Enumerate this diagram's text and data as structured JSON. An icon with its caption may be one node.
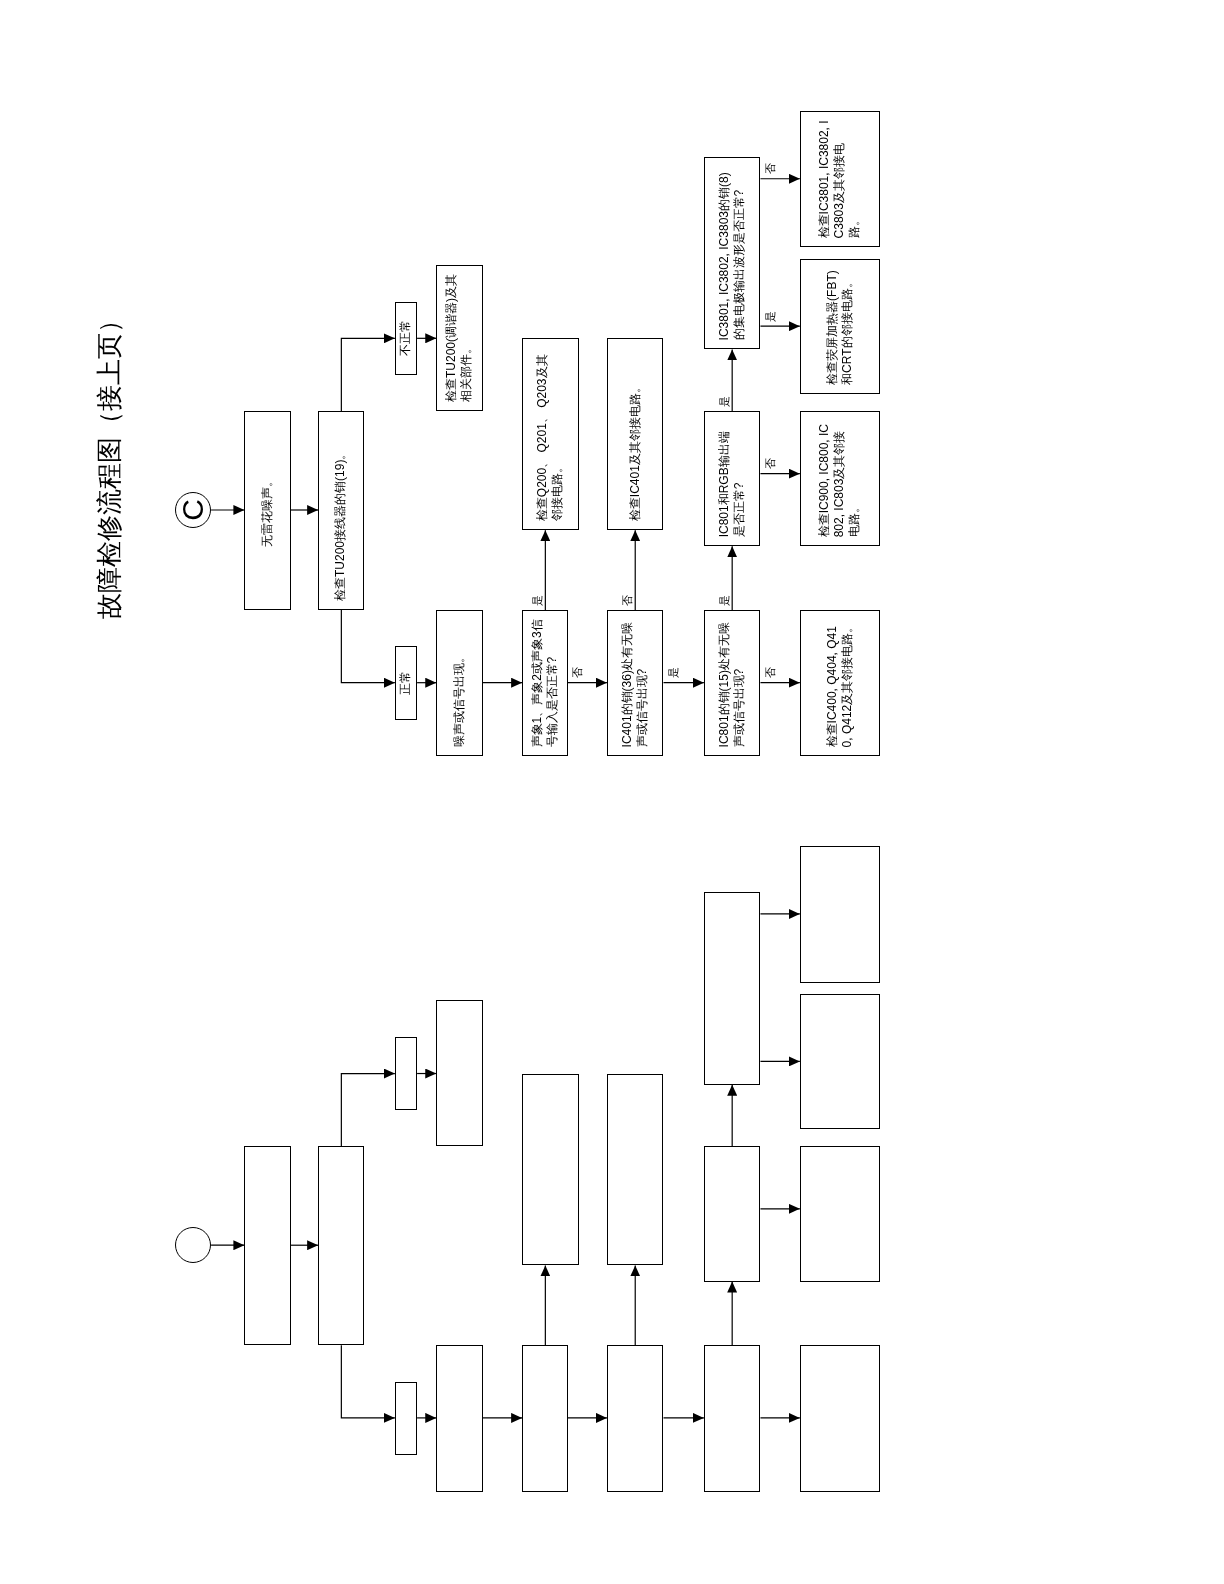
{
  "diagram": {
    "title": "故障检修流程图（接上页）",
    "nodes": [
      {
        "text": [
          "C"
        ]
      },
      {
        "text": [
          "无雷花噪声。"
        ]
      },
      {
        "text": [
          "检查TU200接线器的销(19)。"
        ]
      },
      {
        "text": [
          "不正常"
        ]
      },
      {
        "text": [
          "检查TU200(调谐器)及其相关部件。"
        ]
      },
      {
        "text": [
          "正常"
        ]
      },
      {
        "text": [
          "噪声或信号出现。"
        ]
      },
      {
        "text": [
          "声象1、声象2或声象3信号输入是否正常?"
        ]
      },
      {
        "text": [
          "检查Q200、 Q201、 Q203及其邻接电路。"
        ]
      },
      {
        "text": [
          "IC401的销(36)处有无噪声或信号出现?"
        ]
      },
      {
        "text": [
          "检查IC401及其邻接电路。"
        ]
      },
      {
        "text": [
          "IC801的销(15)处有无噪声或信号出现?"
        ]
      },
      {
        "text": [
          "检查IC400, Q404, Q410, Q412及其邻接电路。"
        ]
      },
      {
        "text": [
          "IC801和RGB输出端是否正常?"
        ]
      },
      {
        "text": [
          "检查IC900, IC800, IC802, IC803及其邻接电路。"
        ]
      },
      {
        "text": [
          "IC3801, IC3802, IC3803的销(8)的集电极输出波形是否正常?"
        ]
      },
      {
        "text": [
          "检查荧屏加热器(FBT)和CRT的邻接电路。"
        ]
      },
      {
        "text": [
          "检查IC3801, IC3802, IC3803及其邻接电路。"
        ]
      },
      {
        "text": [],
        "shape": "circle"
      },
      {
        "text": [],
        "shape": "box"
      },
      {
        "text": [],
        "shape": "box"
      },
      {
        "text": [],
        "shape": "box"
      },
      {
        "text": [],
        "shape": "box"
      },
      {
        "text": [],
        "shape": "box"
      },
      {
        "text": [],
        "shape": "box"
      },
      {
        "text": [],
        "shape": "box"
      },
      {
        "text": [],
        "shape": "box"
      },
      {
        "text": [],
        "shape": "box"
      },
      {
        "text": [],
        "shape": "box"
      },
      {
        "text": [],
        "shape": "box"
      },
      {
        "text": [],
        "shape": "box"
      },
      {
        "text": [],
        "shape": "box"
      },
      {
        "text": [],
        "shape": "box"
      },
      {
        "text": [],
        "shape": "box"
      },
      {
        "text": [],
        "shape": "box"
      },
      {
        "text": [],
        "shape": "box"
      }
    ],
    "edges": [
      {
        "from": 0,
        "to": 1,
        "arrow": "to"
      },
      {
        "from": 1,
        "to": 2,
        "arrow": "to"
      },
      {
        "from": 2,
        "to": 3,
        "arrow": "to"
      },
      {
        "from": 3,
        "to": 4,
        "arrow": "to"
      },
      {
        "from": 2,
        "to": 5,
        "arrow": "to"
      },
      {
        "from": 5,
        "to": 6,
        "arrow": "to"
      },
      {
        "from": 6,
        "to": 7,
        "arrow": "to"
      },
      {
        "from": 7,
        "to": 8,
        "arrow": "to",
        "label": "是"
      },
      {
        "from": 7,
        "to": 9,
        "arrow": "to",
        "label": "否"
      },
      {
        "from": 9,
        "to": 10,
        "arrow": "to",
        "label": "否"
      },
      {
        "from": 9,
        "to": 11,
        "arrow": "to",
        "label": "是"
      },
      {
        "from": 11,
        "to": 12,
        "arrow": "to",
        "label": "否"
      },
      {
        "from": 11,
        "to": 13,
        "arrow": "to",
        "label": "是"
      },
      {
        "from": 13,
        "to": 14,
        "arrow": "to",
        "label": "否"
      },
      {
        "from": 13,
        "to": 15,
        "arrow": "to",
        "label": "是"
      },
      {
        "from": 15,
        "to": 16,
        "arrow": "to",
        "label": "是"
      },
      {
        "from": 15,
        "to": 17,
        "arrow": "to",
        "label": "否"
      },
      {
        "from": 18,
        "to": 19,
        "arrow": "to"
      },
      {
        "from": 19,
        "to": 20,
        "arrow": "to"
      },
      {
        "from": 20,
        "to": 21,
        "arrow": "to"
      },
      {
        "from": 21,
        "to": 22,
        "arrow": "to"
      },
      {
        "from": 20,
        "to": 23,
        "arrow": "to"
      },
      {
        "from": 23,
        "to": 24,
        "arrow": "to"
      },
      {
        "from": 24,
        "to": 25,
        "arrow": "to"
      },
      {
        "from": 25,
        "to": 26,
        "arrow": "to"
      },
      {
        "from": 25,
        "to": 27,
        "arrow": "to"
      },
      {
        "from": 27,
        "to": 28,
        "arrow": "to"
      },
      {
        "from": 27,
        "to": 29,
        "arrow": "to"
      },
      {
        "from": 29,
        "to": 30,
        "arrow": "to"
      },
      {
        "from": 29,
        "to": 31,
        "arrow": "to"
      },
      {
        "from": 31,
        "to": 32,
        "arrow": "to"
      },
      {
        "from": 31,
        "to": 33,
        "arrow": "to"
      },
      {
        "from": 33,
        "to": 34,
        "arrow": "to"
      },
      {
        "from": 33,
        "to": 35,
        "arrow": "to"
      }
    ]
  }
}
